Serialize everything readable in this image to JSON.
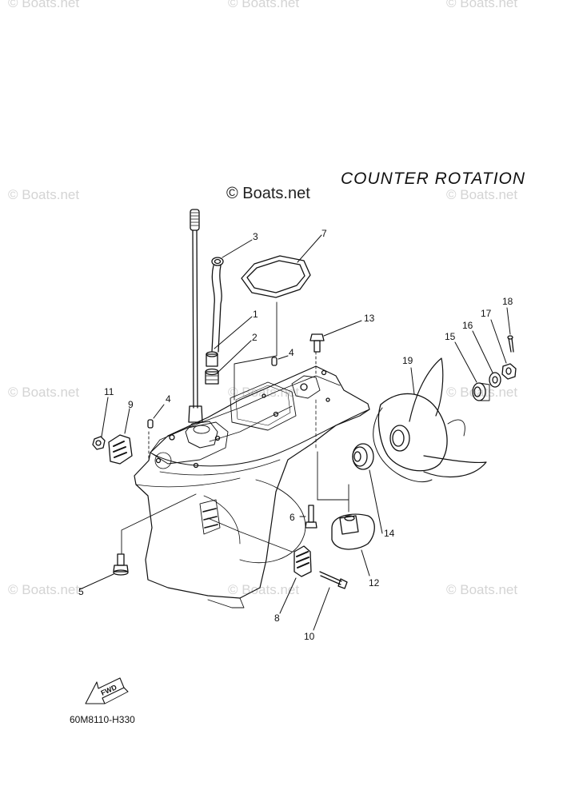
{
  "header": {
    "title": "COUNTER  ROTATION",
    "brand": "© Boats.net"
  },
  "watermark": "© Boats.net",
  "footer": {
    "diagram_code": "60M8110-H330",
    "fwd_label": "FWD"
  },
  "callouts": [
    "1",
    "2",
    "3",
    "4",
    "4",
    "5",
    "6",
    "7",
    "8",
    "9",
    "10",
    "11",
    "12",
    "13",
    "14",
    "15",
    "16",
    "17",
    "18",
    "19"
  ],
  "colors": {
    "line": "#111111",
    "watermark": "#d4d4d4",
    "background": "#ffffff"
  }
}
